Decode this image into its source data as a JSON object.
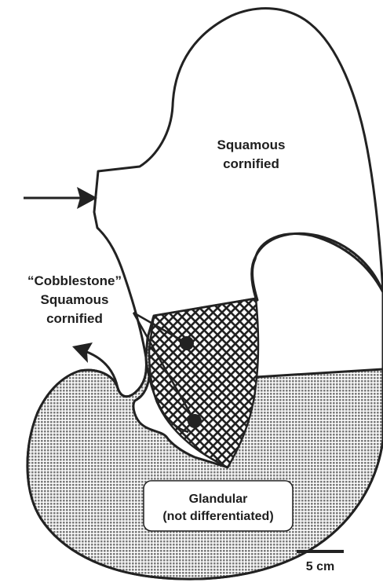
{
  "labels": {
    "squamous_cornified": [
      "Squamous",
      "cornified"
    ],
    "cobblestone": [
      "“Cobblestone”",
      "Squamous",
      "cornified"
    ],
    "glandular": [
      "Glandular",
      "(not differentiated)"
    ]
  },
  "scale_bar": {
    "label": "5 cm"
  },
  "colors": {
    "outline": "#222222",
    "background": "#ffffff",
    "glandular_fill": "#8a8a8a",
    "cobblestone_fill": "#222222"
  }
}
